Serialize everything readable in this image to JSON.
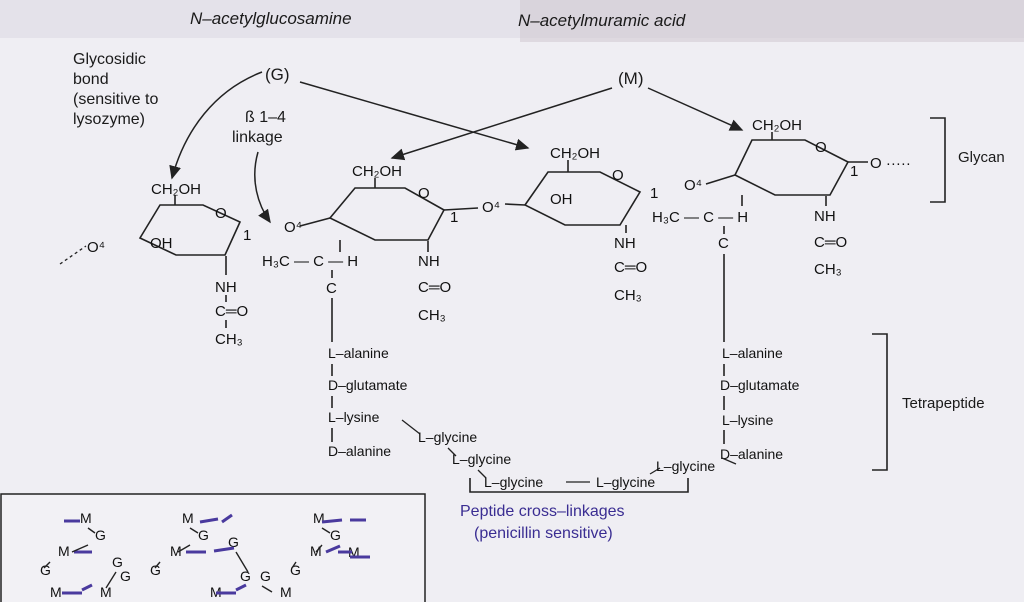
{
  "headers": {
    "nag": "N–acetylglucosamine",
    "nam": "N–acetylmuramic acid"
  },
  "labels": {
    "glycosidic": [
      "Glycosidic",
      "bond",
      "(sensitive to",
      "lysozyme)"
    ],
    "g_marker": "(G)",
    "m_marker": "(M)",
    "beta": [
      "ß 1–4",
      "linkage"
    ],
    "glycan": "Glycan",
    "tetrapeptide": "Tetrapeptide",
    "crosslink": [
      "Peptide cross–linkages",
      "(penicillin sensitive)"
    ]
  },
  "chem": {
    "ch2oh": "CH₂OH",
    "oh": "OH",
    "o": "O",
    "o4": "O⁴",
    "one": "1",
    "nh": "NH",
    "c": "C",
    "ceq": "C═O",
    "ch3": "CH₃",
    "h3c_c_h": "H₃C — C — H",
    "o_dash": "O ·····"
  },
  "peptide_left": [
    "L–alanine",
    "D–glutamate",
    "L–lysine",
    "D–alanine"
  ],
  "peptide_right": [
    "L–alanine",
    "D–glutamate",
    "L–lysine",
    "D–alanine"
  ],
  "glycines": [
    "L–glycine",
    "L–glycine",
    "L–glycine",
    "L–glycine",
    "L–glycine"
  ],
  "legend": {
    "m": "M",
    "g": "G",
    "accent": "#4a3a9e"
  }
}
